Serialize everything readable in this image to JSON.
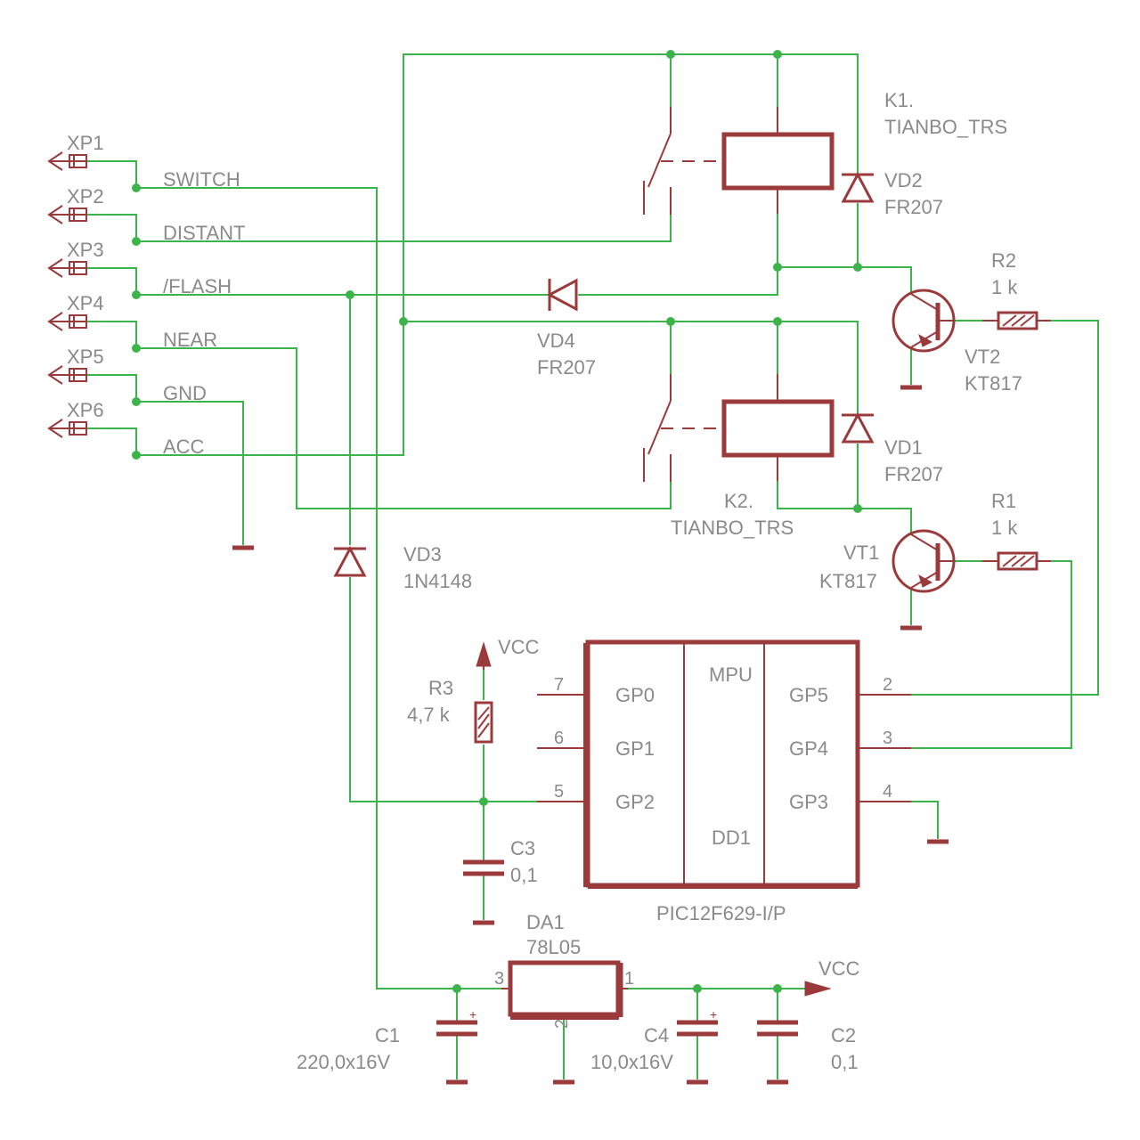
{
  "connectors": [
    {
      "ref": "XP1",
      "net": "SWITCH"
    },
    {
      "ref": "XP2",
      "net": "DISTANT"
    },
    {
      "ref": "XP3",
      "net": "/FLASH"
    },
    {
      "ref": "XP4",
      "net": "NEAR"
    },
    {
      "ref": "XP5",
      "net": "GND"
    },
    {
      "ref": "XP6",
      "net": "ACC"
    }
  ],
  "relays": {
    "k1": {
      "ref": "K1.",
      "value": "TIANBO_TRS"
    },
    "k2": {
      "ref": "K2.",
      "value": "TIANBO_TRS"
    }
  },
  "diodes": {
    "vd1": {
      "ref": "VD1",
      "value": "FR207"
    },
    "vd2": {
      "ref": "VD2",
      "value": "FR207"
    },
    "vd3": {
      "ref": "VD3",
      "value": "1N4148"
    },
    "vd4": {
      "ref": "VD4",
      "value": "FR207"
    }
  },
  "transistors": {
    "vt1": {
      "ref": "VT1",
      "value": "KT817"
    },
    "vt2": {
      "ref": "VT2",
      "value": "KT817"
    }
  },
  "resistors": {
    "r1": {
      "ref": "R1",
      "value": "1 k"
    },
    "r2": {
      "ref": "R2",
      "value": "1 k"
    },
    "r3": {
      "ref": "R3",
      "value": "4,7 k"
    }
  },
  "capacitors": {
    "c1": {
      "ref": "C1",
      "value": "220,0x16V"
    },
    "c2": {
      "ref": "C2",
      "value": "0,1"
    },
    "c3": {
      "ref": "C3",
      "value": "0,1"
    },
    "c4": {
      "ref": "C4",
      "value": "10,0x16V"
    }
  },
  "mcu": {
    "name": "MPU",
    "ref": "DD1",
    "part": "PIC12F629-I/P",
    "left_pins": [
      {
        "label": "GP0",
        "num": "7"
      },
      {
        "label": "GP1",
        "num": "6"
      },
      {
        "label": "GP2",
        "num": "5"
      }
    ],
    "right_pins": [
      {
        "label": "GP5",
        "num": "2"
      },
      {
        "label": "GP4",
        "num": "3"
      },
      {
        "label": "GP3",
        "num": "4"
      }
    ]
  },
  "regulator": {
    "ref": "DA1",
    "value": "78L05",
    "pin_in": "3",
    "pin_gnd": "2",
    "pin_out": "1"
  },
  "supply": {
    "vcc_top": "VCC",
    "vcc_right": "VCC"
  },
  "colors": {
    "wire": "#3cb44b",
    "part": "#9b3a3a",
    "text": "#8a8a8a"
  }
}
